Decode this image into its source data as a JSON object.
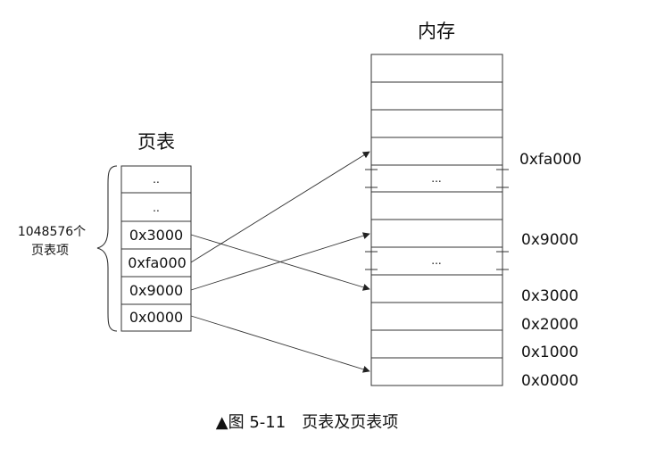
{
  "memory": {
    "title": "内存",
    "gap_label": "...",
    "addresses": [
      "0xfa000",
      "0x9000",
      "0x3000",
      "0x2000",
      "0x1000",
      "0x0000"
    ]
  },
  "page_table": {
    "title": "页表",
    "entries": [
      "..",
      "..",
      "0x3000",
      "0xfa000",
      "0x9000",
      "0x0000"
    ],
    "brace_count": "1048576个",
    "brace_label": "页表项"
  },
  "caption": "▲图 5-11　页表及页表项",
  "mappings": [
    {
      "from": "0x3000",
      "to": "0x3000"
    },
    {
      "from": "0xfa000",
      "to": "0xfa000"
    },
    {
      "from": "0x9000",
      "to": "0x9000"
    },
    {
      "from": "0x0000",
      "to": "0x0000"
    }
  ]
}
